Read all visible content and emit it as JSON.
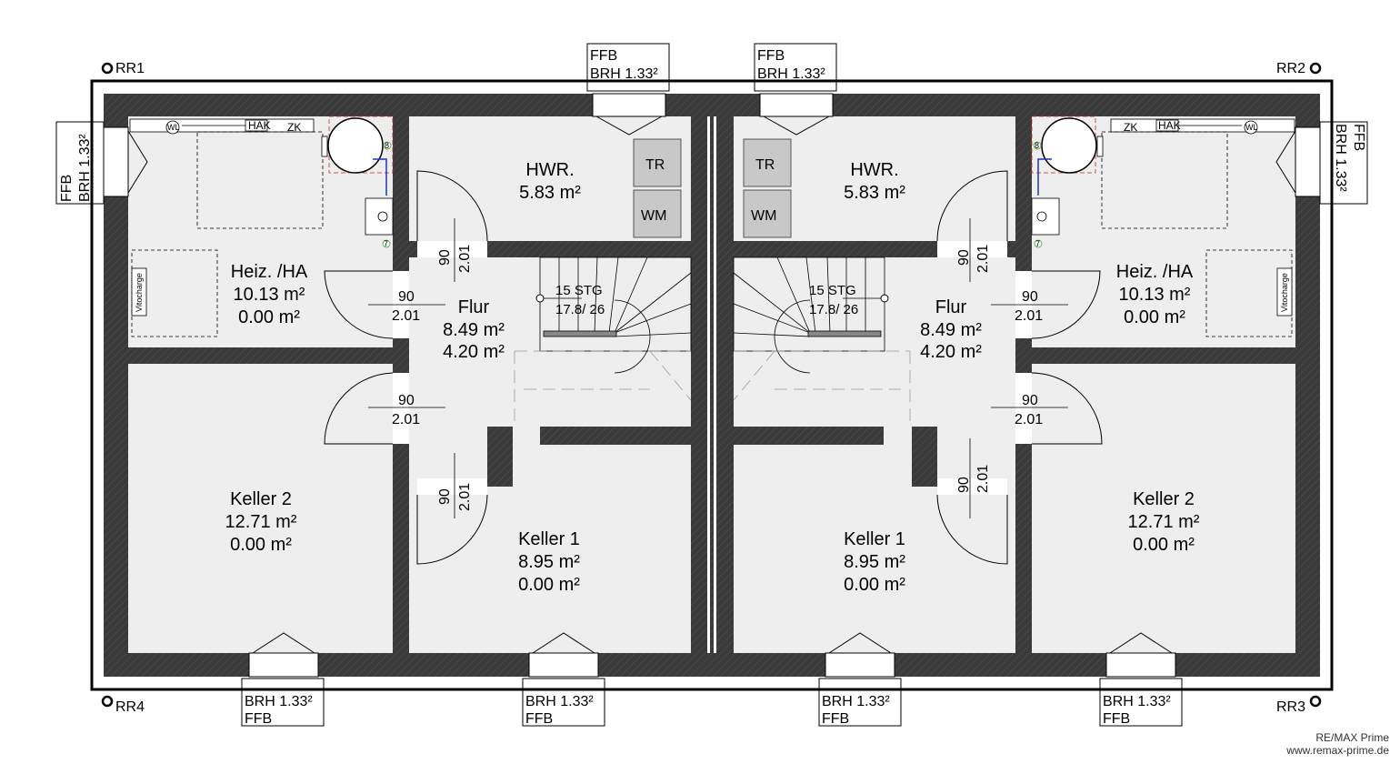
{
  "markers": {
    "rr1": "RR1",
    "rr2": "RR2",
    "rr3": "RR3",
    "rr4": "RR4"
  },
  "window_label": {
    "ffb": "FFB",
    "brh": "BRH 1.33²"
  },
  "rooms": {
    "hwr": {
      "name": "HWR.",
      "area": "5.83 m²"
    },
    "heiz": {
      "name": "Heiz. /HA",
      "area": "10.13 m²",
      "area2": "0.00 m²"
    },
    "flur": {
      "name": "Flur",
      "area": "8.49 m²",
      "area2": "4.20 m²"
    },
    "keller1": {
      "name": "Keller 1",
      "area": "8.95 m²",
      "area2": "0.00 m²"
    },
    "keller2": {
      "name": "Keller 2",
      "area": "12.71 m²",
      "area2": "0.00 m²"
    }
  },
  "appliances": {
    "tr": "TR",
    "wm": "WM",
    "zk": "ZK",
    "hak": "HAK",
    "wl": "WL",
    "vitocharge": "Vitocharge"
  },
  "door_dims": {
    "width": "90",
    "height": "2.01"
  },
  "stairs": {
    "steps": "15 STG",
    "ratio": "17.8/ 26"
  },
  "markers_green": {
    "a": "8",
    "b": "7"
  },
  "watermark": {
    "line1": "RE/MAX Prime",
    "line2": "www.remax-prime.de"
  },
  "colors": {
    "wall": "#3a3a3a",
    "floor": "#eeeeee",
    "appliance": "#c8c8c8",
    "pipe_red": "#cc2222",
    "pipe_blue": "#2233bb"
  }
}
